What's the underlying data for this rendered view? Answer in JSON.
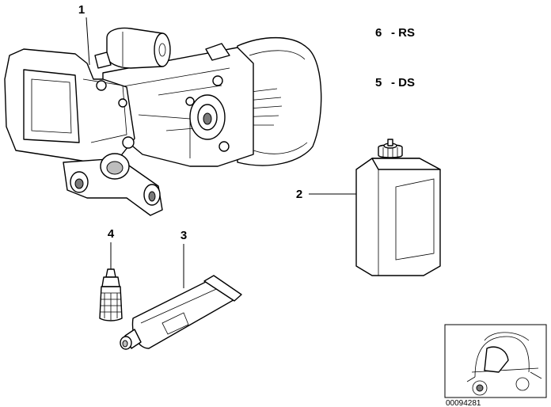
{
  "callouts": {
    "item1": "1",
    "item2": "2",
    "item3": "3",
    "item4": "4"
  },
  "legend": {
    "rs_number": "6",
    "rs_label": "- RS",
    "ds_number": "5",
    "ds_label": "- DS"
  },
  "document_number": "00094281"
}
